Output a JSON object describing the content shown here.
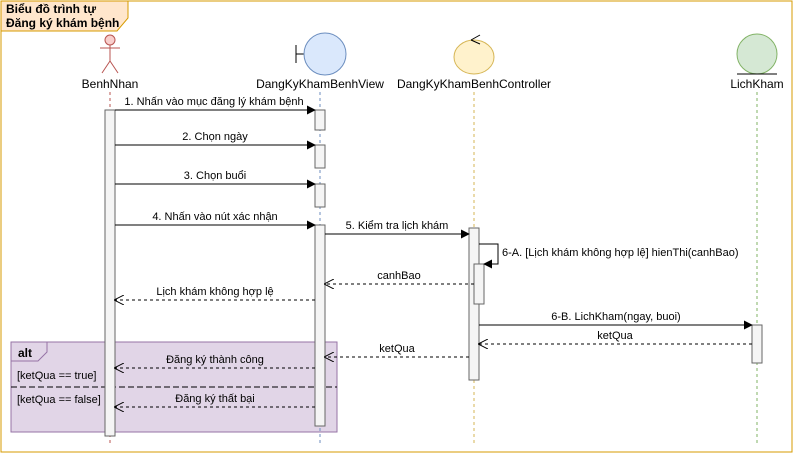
{
  "frame": {
    "title_line1": "Biểu đồ trình tự",
    "title_line2": "Đăng ký khám bệnh"
  },
  "participants": {
    "actor": "BenhNhan",
    "boundary": "DangKyKhamBenhView",
    "control": "DangKyKhamBenhController",
    "entity": "LichKham"
  },
  "messages": {
    "m1": "1. Nhấn vào mục đăng lý khám bệnh",
    "m2": "2. Chọn ngày",
    "m3": "3. Chọn buổi",
    "m4": "4. Nhấn vào nút xác nhận",
    "m5": "5. Kiểm tra lịch khám",
    "m6a": "6-A. [Lịch khám không hợp lệ] hienThi(canhBao)",
    "ret_canhbao": "canhBao",
    "ret_invalid": "Lịch khám không hợp lệ",
    "m6b": "6-B. LichKham(ngay, buoi)",
    "ret_ketqua_entity": "ketQua",
    "ret_ketqua_ctrl": "ketQua",
    "ret_success": "Đăng ký thành công",
    "ret_fail": "Đăng ký thất bại"
  },
  "alt": {
    "label": "alt",
    "guard_true": "[ketQua == true]",
    "guard_false": "[ketQua == false]"
  },
  "colors": {
    "frame_border": "#d79b00",
    "frame_fill": "#ffe6cc",
    "actor": "#b85450",
    "actor_fill": "#f8cecc",
    "boundary_fill": "#dae8fc",
    "boundary_border": "#6c8ebf",
    "control_fill": "#fff2cc",
    "control_border": "#d6b656",
    "entity_fill": "#d5e8d4",
    "entity_border": "#82b366",
    "alt_fill": "#e1d5e7",
    "alt_border": "#9673a6"
  }
}
